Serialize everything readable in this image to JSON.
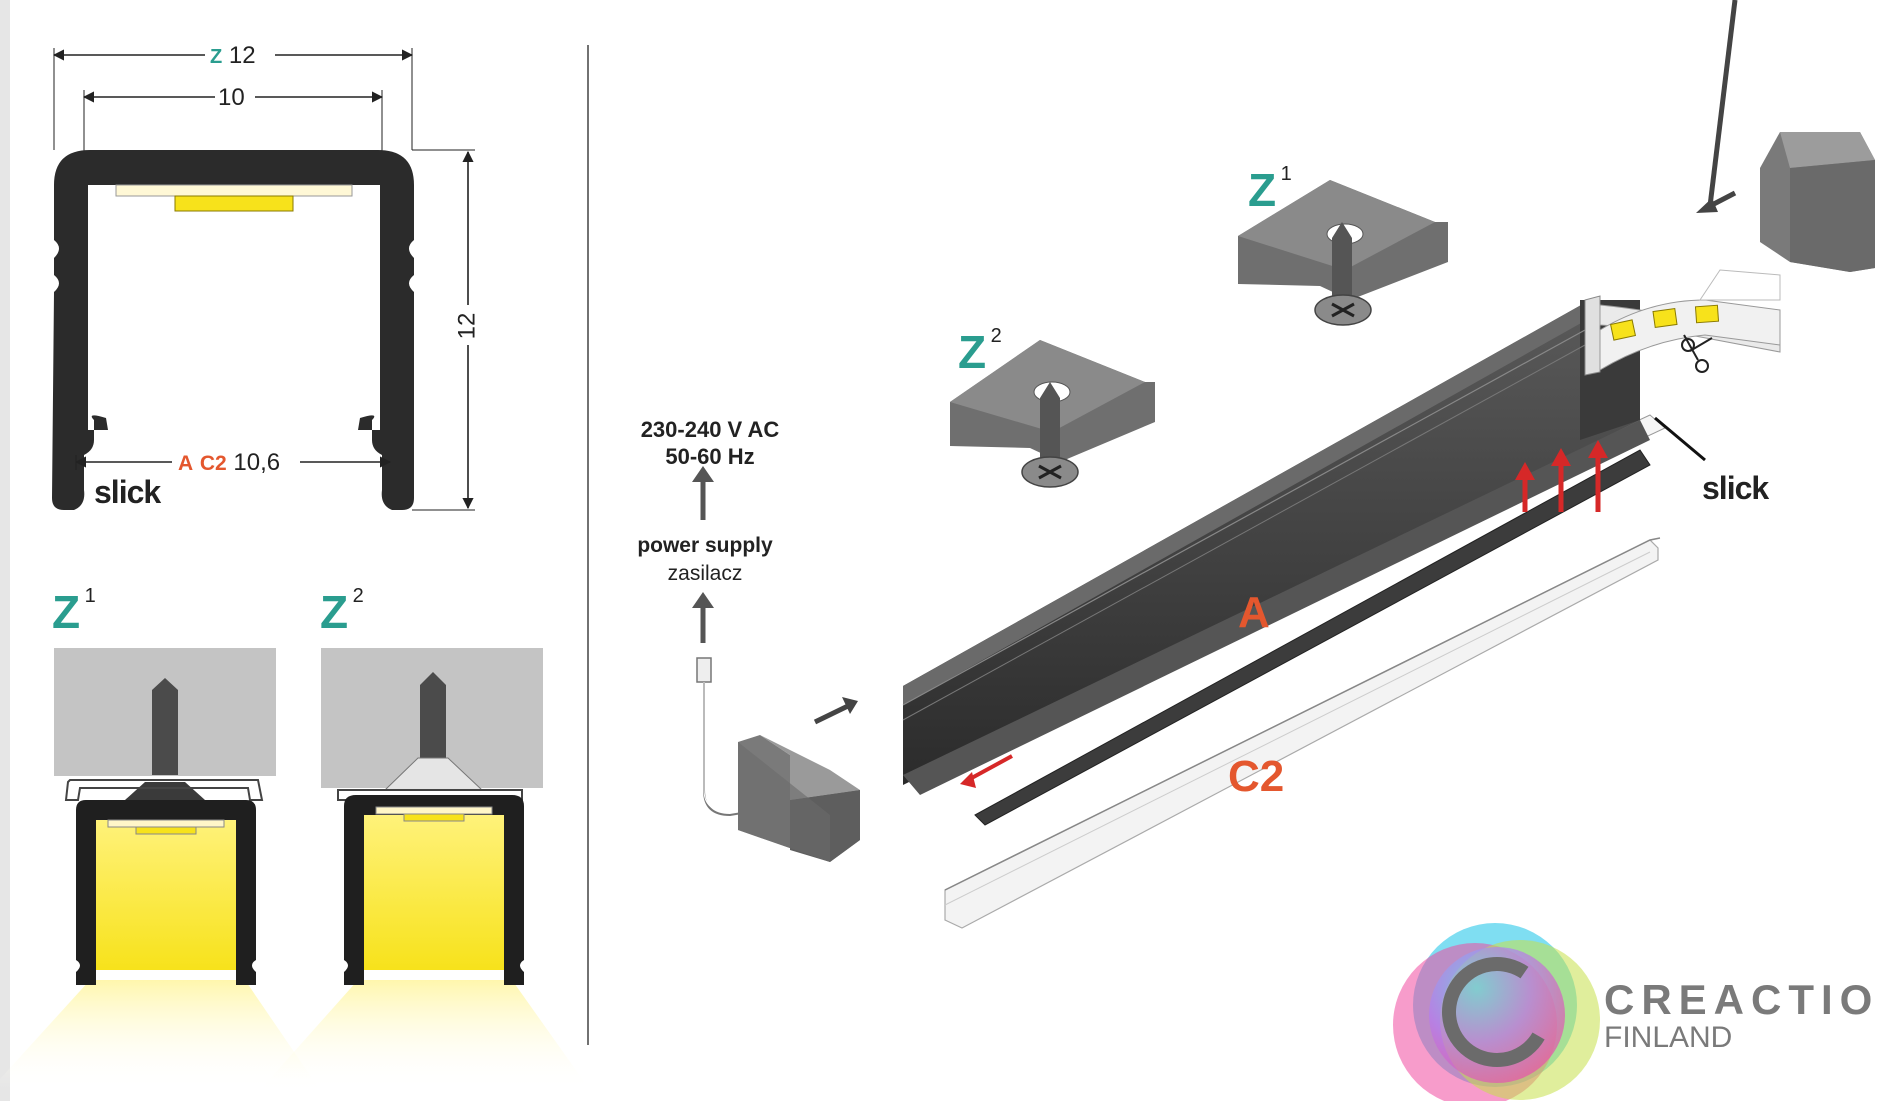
{
  "cross_section": {
    "dim_outer_letter": "Z",
    "dim_outer_value": "12",
    "dim_inner_value": "10",
    "dim_height_value": "12",
    "dim_bottom_letter_a": "A",
    "dim_bottom_letter_c2": "C2",
    "dim_bottom_value": "10,6",
    "brand": "slick"
  },
  "mounting": {
    "z1_letter": "Z",
    "z1_index": "1",
    "z2_letter": "Z",
    "z2_index": "2"
  },
  "exploded": {
    "voltage_line1": "230-240 V AC",
    "voltage_line2": "50-60 Hz",
    "power_supply_en": "power supply",
    "power_supply_pl": "zasilacz",
    "clip_z1_letter": "Z",
    "clip_z1_index": "1",
    "clip_z2_letter": "Z",
    "clip_z2_index": "2",
    "label_profile": "A",
    "label_cover": "C2",
    "brand": "slick"
  },
  "logo": {
    "line1": "CREACTION",
    "line2": "FINLAND"
  },
  "colors": {
    "teal": "#2a9d8f",
    "orange": "#e4572e",
    "profile_dark": "#2b2b2b",
    "led_yellow": "#f7e21b",
    "red_arrow": "#d62828"
  }
}
